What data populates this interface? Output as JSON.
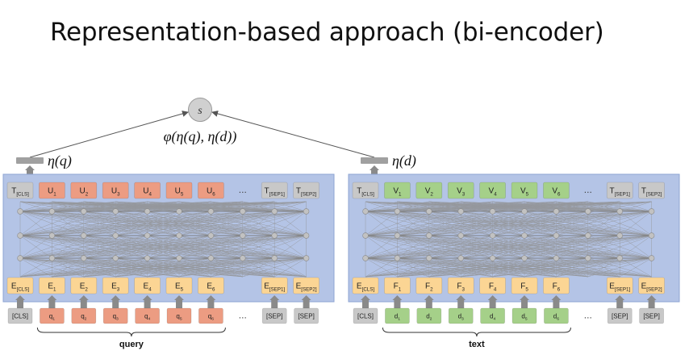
{
  "title": "Representation-based approach (bi-encoder)",
  "score": {
    "label": "s",
    "formula": "φ(η(q), η(d))"
  },
  "colors": {
    "encoder_bg": "#b4c4e6",
    "encoder_border": "#8ea4d3",
    "grey_token": "#c8c8c8",
    "query_token": "#ec9c82",
    "text_token": "#a5d089",
    "embedding": "#fbd594",
    "arrow": "#8a8a8a"
  },
  "query_encoder": {
    "pooled_label": "η(q)",
    "top_tokens": [
      {
        "main": "T",
        "sub": "[CLS]",
        "kind": "grey"
      },
      {
        "main": "U",
        "sub": "1",
        "kind": "query"
      },
      {
        "main": "U",
        "sub": "2",
        "kind": "query"
      },
      {
        "main": "U",
        "sub": "3",
        "kind": "query"
      },
      {
        "main": "U",
        "sub": "4",
        "kind": "query"
      },
      {
        "main": "U",
        "sub": "5",
        "kind": "query"
      },
      {
        "main": "U",
        "sub": "6",
        "kind": "query"
      },
      {
        "main": "...",
        "sub": "",
        "kind": "dots"
      },
      {
        "main": "T",
        "sub": "[SEP1]",
        "kind": "grey"
      },
      {
        "main": "T",
        "sub": "[SEP2]",
        "kind": "grey"
      }
    ],
    "embeddings": [
      {
        "main": "E",
        "sub": "[CLS]",
        "kind": "emb"
      },
      {
        "main": "E",
        "sub": "1",
        "kind": "emb"
      },
      {
        "main": "E",
        "sub": "2",
        "kind": "emb"
      },
      {
        "main": "E",
        "sub": "3",
        "kind": "emb"
      },
      {
        "main": "E",
        "sub": "4",
        "kind": "emb"
      },
      {
        "main": "E",
        "sub": "5",
        "kind": "emb"
      },
      {
        "main": "E",
        "sub": "6",
        "kind": "emb"
      },
      {
        "main": "",
        "sub": "",
        "kind": "empty"
      },
      {
        "main": "E",
        "sub": "[SEP1]",
        "kind": "emb"
      },
      {
        "main": "E",
        "sub": "[SEP2]",
        "kind": "emb"
      }
    ],
    "inputs": [
      {
        "main": "[CLS]",
        "sub": "",
        "kind": "grey"
      },
      {
        "main": "q",
        "sub": "1",
        "kind": "query"
      },
      {
        "main": "q",
        "sub": "2",
        "kind": "query"
      },
      {
        "main": "q",
        "sub": "3",
        "kind": "query"
      },
      {
        "main": "q",
        "sub": "4",
        "kind": "query"
      },
      {
        "main": "q",
        "sub": "5",
        "kind": "query"
      },
      {
        "main": "q",
        "sub": "6",
        "kind": "query"
      },
      {
        "main": "...",
        "sub": "",
        "kind": "dots"
      },
      {
        "main": "[SEP]",
        "sub": "",
        "kind": "grey"
      },
      {
        "main": "[SEP]",
        "sub": "",
        "kind": "grey"
      }
    ],
    "brace_label": "query"
  },
  "text_encoder": {
    "pooled_label": "η(d)",
    "top_tokens": [
      {
        "main": "T",
        "sub": "[CLS]",
        "kind": "grey"
      },
      {
        "main": "V",
        "sub": "1",
        "kind": "text"
      },
      {
        "main": "V",
        "sub": "2",
        "kind": "text"
      },
      {
        "main": "V",
        "sub": "3",
        "kind": "text"
      },
      {
        "main": "V",
        "sub": "4",
        "kind": "text"
      },
      {
        "main": "V",
        "sub": "5",
        "kind": "text"
      },
      {
        "main": "V",
        "sub": "6",
        "kind": "text"
      },
      {
        "main": "...",
        "sub": "",
        "kind": "dots"
      },
      {
        "main": "T",
        "sub": "[SEP1]",
        "kind": "grey"
      },
      {
        "main": "T",
        "sub": "[SEP2]",
        "kind": "grey"
      }
    ],
    "embeddings": [
      {
        "main": "E",
        "sub": "[CLS]",
        "kind": "emb"
      },
      {
        "main": "F",
        "sub": "1",
        "kind": "emb"
      },
      {
        "main": "F",
        "sub": "2",
        "kind": "emb"
      },
      {
        "main": "F",
        "sub": "3",
        "kind": "emb"
      },
      {
        "main": "F",
        "sub": "4",
        "kind": "emb"
      },
      {
        "main": "F",
        "sub": "5",
        "kind": "emb"
      },
      {
        "main": "F",
        "sub": "6",
        "kind": "emb"
      },
      {
        "main": "",
        "sub": "",
        "kind": "empty"
      },
      {
        "main": "E",
        "sub": "[SEP1]",
        "kind": "emb"
      },
      {
        "main": "E",
        "sub": "[SEP2]",
        "kind": "emb"
      }
    ],
    "inputs": [
      {
        "main": "[CLS]",
        "sub": "",
        "kind": "grey"
      },
      {
        "main": "d",
        "sub": "1",
        "kind": "text"
      },
      {
        "main": "d",
        "sub": "2",
        "kind": "text"
      },
      {
        "main": "d",
        "sub": "3",
        "kind": "text"
      },
      {
        "main": "d",
        "sub": "4",
        "kind": "text"
      },
      {
        "main": "d",
        "sub": "5",
        "kind": "text"
      },
      {
        "main": "d",
        "sub": "6",
        "kind": "text"
      },
      {
        "main": "...",
        "sub": "",
        "kind": "dots"
      },
      {
        "main": "[SEP]",
        "sub": "",
        "kind": "grey"
      },
      {
        "main": "[SEP]",
        "sub": "",
        "kind": "grey"
      }
    ],
    "brace_label": "text"
  }
}
